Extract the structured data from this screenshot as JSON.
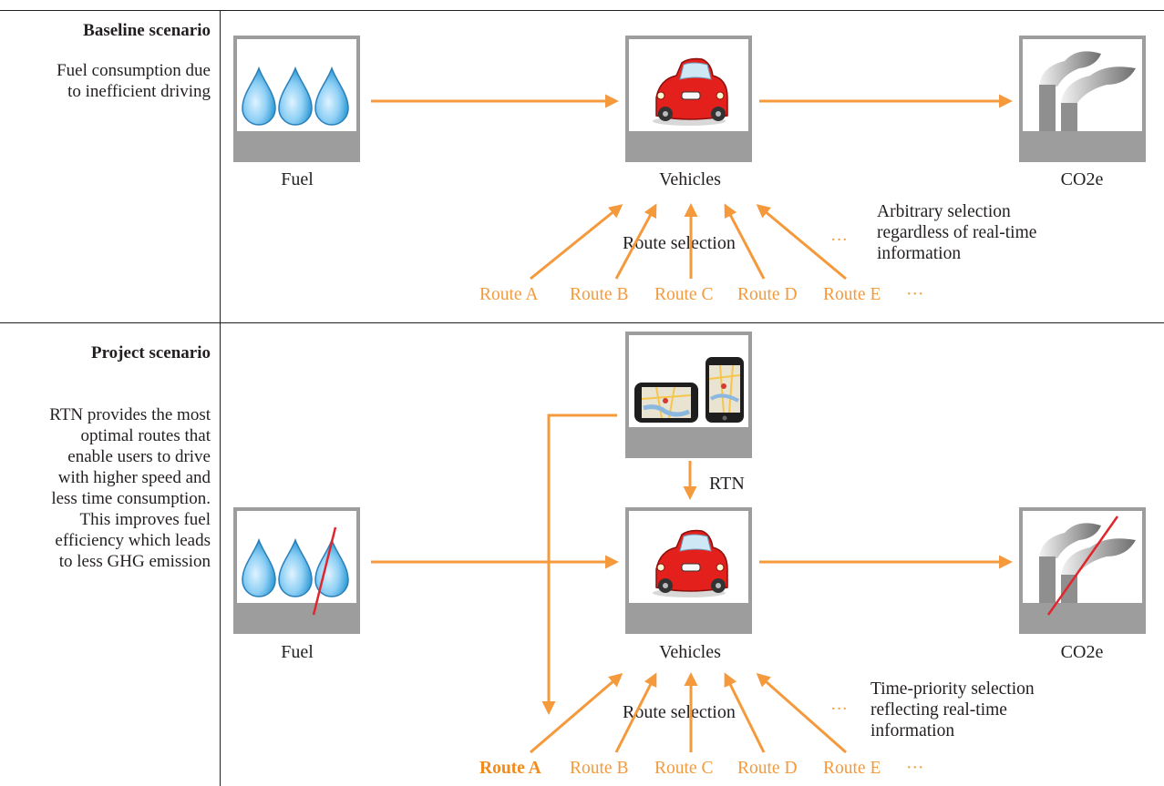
{
  "baseline": {
    "heading": "Baseline scenario",
    "desc_lines": [
      "Fuel consumption due",
      "to inefficient driving"
    ],
    "fuel_label": "Fuel",
    "vehicles_label": "Vehicles",
    "co2_label": "CO2e",
    "route_selection": "Route selection",
    "ellipsis": "···",
    "note_lines": [
      "Arbitrary selection",
      "regardless of real-time",
      "information"
    ],
    "routes": [
      "Route A",
      "Route B",
      "Route C",
      "Route D",
      "Route E",
      "···"
    ]
  },
  "project": {
    "heading": "Project scenario",
    "desc_lines": [
      "RTN provides the most",
      "optimal routes that",
      "enable users to drive",
      "with higher speed and",
      "less time consumption.",
      "This improves fuel",
      "efficiency which leads",
      "to less GHG emission"
    ],
    "rtn_label": "RTN",
    "fuel_label": "Fuel",
    "vehicles_label": "Vehicles",
    "co2_label": "CO2e",
    "route_selection": "Route selection",
    "ellipsis": "···",
    "note_lines": [
      "Time-priority selection",
      "reflecting real-time",
      "information"
    ],
    "routes": [
      "Route A",
      "Route B",
      "Route C",
      "Route D",
      "Route E",
      "···"
    ]
  },
  "colors": {
    "arrow": "#f49a3c",
    "frame": "#9d9d9d",
    "strike": "#e0262d",
    "car": "#e3201b"
  },
  "icons": [
    "water-drop-icon",
    "car-icon",
    "factory-smoke-icon",
    "smartphone-map-icon"
  ]
}
